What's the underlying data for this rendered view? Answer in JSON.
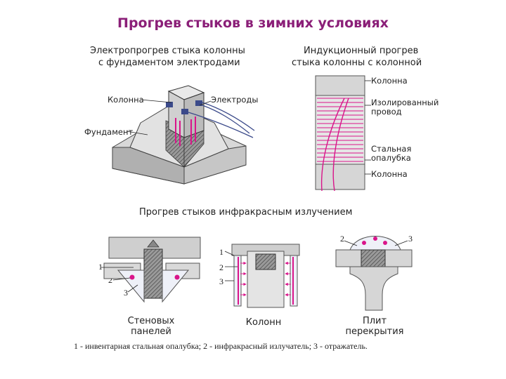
{
  "title": "Прогрев стыков в зимних условиях",
  "section1": {
    "title_line1": "Электропрогрев стыка колонны",
    "title_line2": "с фундаментом электродами",
    "label_column": "Колонна",
    "label_electrodes": "Электроды",
    "label_foundation": "Фундамент"
  },
  "section2": {
    "title_line1": "Индукционный прогрев",
    "title_line2": "стыка колонны с колонной",
    "label_column_top": "Колонна",
    "label_wire_line1": "Изолированный",
    "label_wire_line2": "провод",
    "label_formwork_line1": "Стальная",
    "label_formwork_line2": "опалубка",
    "label_column_bottom": "Колонна"
  },
  "section3": {
    "title": "Прогрев стыков инфракрасным излучением",
    "caption_walls_line1": "Стеновых",
    "caption_walls_line2": "панелей",
    "caption_columns": "Колонн",
    "caption_slabs_line1": "Плит",
    "caption_slabs_line2": "перекрытия",
    "num_1": "1",
    "num_2": "2",
    "num_3": "3"
  },
  "legend": "1 - инвентарная стальная опалубка; 2 - инфракрасный излучатель; 3 - отражатель.",
  "colors": {
    "title": "#8B1F78",
    "accent": "#D9148A",
    "concrete": "#C9C9C9",
    "dark": "#5A5A5A"
  }
}
